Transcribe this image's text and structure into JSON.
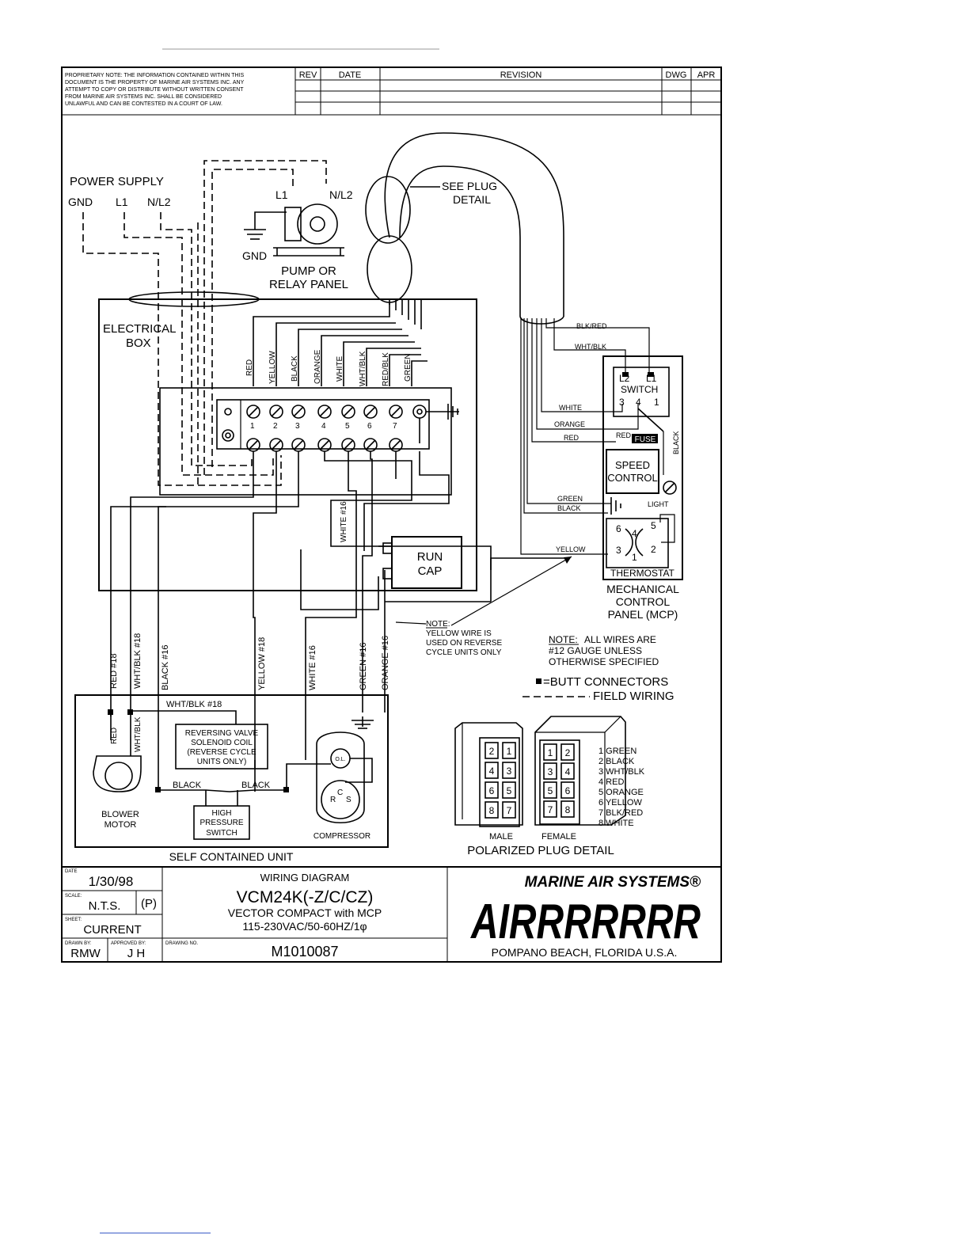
{
  "header": {
    "proprietary_note": [
      "PROPRIETARY NOTE: THE INFORMATION CONTAINED WITHIN THIS",
      "DOCUMENT IS THE PROPERTY OF MARINE AIR SYSTEMS INC. ANY",
      "ATTEMPT TO COPY OR DISTRIBUTE WITHOUT WRITTEN CONSENT",
      "FROM MARINE AIR SYSTEMS INC. SHALL BE CONSIDERED",
      "UNLAWFUL AND CAN BE CONTESTED IN A COURT OF LAW."
    ],
    "revision_columns": [
      "REV",
      "DATE",
      "REVISION",
      "DWG",
      "APR"
    ]
  },
  "power_supply": {
    "title": "POWER SUPPLY",
    "terminals": [
      "GND",
      "L1",
      "N/L2"
    ]
  },
  "pump": {
    "l1": "L1",
    "nl2": "N/L2",
    "gnd": "GND",
    "label": [
      "PUMP OR",
      "RELAY PANEL"
    ]
  },
  "plug_callout": [
    "SEE PLUG",
    "DETAIL"
  ],
  "electrical_box": [
    "ELECTRICAL",
    "BOX"
  ],
  "terminal_wires": [
    "RED",
    "YELLOW",
    "BLACK",
    "ORANGE",
    "WHITE",
    "WHT/BLK",
    "RED/BLK",
    "GREEN"
  ],
  "terminal_numbers": [
    "1",
    "2",
    "3",
    "4",
    "5",
    "6",
    "7"
  ],
  "white16": "WHITE #16",
  "run_cap": [
    "RUN",
    "CAP"
  ],
  "mcp": {
    "cable_labels": [
      "BLK/RED",
      "WHT/BLK",
      "WHITE",
      "ORANGE",
      "RED",
      "GREEN",
      "BLACK",
      "YELLOW"
    ],
    "switch": {
      "l2": "L2",
      "l1": "L1",
      "title": "SWITCH",
      "positions": [
        "3",
        "4",
        "1"
      ]
    },
    "red_small": "RED",
    "fuse": "FUSE",
    "black_vertical": "BLACK",
    "speed_control": [
      "SPEED",
      "CONTROL"
    ],
    "light": "LIGHT",
    "thermostat": {
      "pins": [
        "6",
        "4",
        "5",
        "3",
        "1",
        "2"
      ],
      "title": "THERMOSTAT"
    },
    "label": [
      "MECHANICAL",
      "CONTROL",
      "PANEL (MCP)"
    ]
  },
  "notes": {
    "yellow_note_head": "NOTE:",
    "yellow_note": [
      "YELLOW WIRE IS",
      "USED ON REVERSE",
      "CYCLE UNITS ONLY"
    ],
    "gauge_note_head": "NOTE:",
    "gauge_note": [
      "ALL WIRES ARE",
      "#12 GAUGE UNLESS",
      "OTHERWISE SPECIFIED"
    ],
    "butt": "=BUTT CONNECTORS",
    "field": "FIELD WIRING"
  },
  "unit_wires": [
    "RED #18",
    "WHT/BLK #18",
    "BLACK #16",
    "YELLOW #18",
    "WHITE #16",
    "GREEN #16",
    "ORANGE #16"
  ],
  "self_contained": {
    "wht_blk_18": "WHT/BLK #18",
    "red": "RED",
    "wht_blk": "WHT/BLK",
    "reversing_valve": [
      "REVERSING VALVE",
      "SOLENOID COIL",
      "(REVERSE CYCLE",
      "UNITS ONLY)"
    ],
    "black_left": "BLACK",
    "black_right": "BLACK",
    "blower_motor": [
      "BLOWER",
      "MOTOR"
    ],
    "high_pressure": [
      "HIGH",
      "PRESSURE",
      "SWITCH"
    ],
    "compressor": "COMPRESSOR",
    "compressor_pins": [
      "R",
      "C",
      "S"
    ],
    "olp": "O.L.",
    "title": "SELF CONTAINED UNIT"
  },
  "plug_detail": {
    "male_pins": [
      [
        "2",
        "1"
      ],
      [
        "4",
        "3"
      ],
      [
        "6",
        "5"
      ],
      [
        "8",
        "7"
      ]
    ],
    "female_pins": [
      [
        "1",
        "2"
      ],
      [
        "3",
        "4"
      ],
      [
        "5",
        "6"
      ],
      [
        "7",
        "8"
      ]
    ],
    "legend": [
      "1 GREEN",
      "2 BLACK",
      "3 WHT/BLK",
      "4 RED",
      "5 ORANGE",
      "6 YELLOW",
      "7 BLK/RED",
      "8 WHITE"
    ],
    "male": "MALE",
    "female": "FEMALE",
    "title": "POLARIZED PLUG DETAIL"
  },
  "title_block": {
    "date_label": "DATE",
    "date": "1/30/98",
    "scale_label": "SCALE:",
    "scale": "N.T.S.",
    "scale_p": "(P)",
    "sheet_label": "SHEET:",
    "sheet": "CURRENT",
    "drawn_label": "DRAWN BY:",
    "drawn": "RMW",
    "approved_label": "APPROVED BY:",
    "approved": "J H",
    "drawing_no_label": "DRAWING NO.",
    "drawing_no": "M1010087",
    "diagram_title": "WIRING DIAGRAM",
    "model": "VCM24K(-Z/C/CZ)",
    "description": "VECTOR COMPACT with MCP",
    "power": "115-230VAC/50-60HZ/1φ",
    "company": "MARINE AIR SYSTEMS®",
    "logo": "AIRRRRRRR",
    "location": "POMPANO BEACH, FLORIDA U.S.A."
  }
}
